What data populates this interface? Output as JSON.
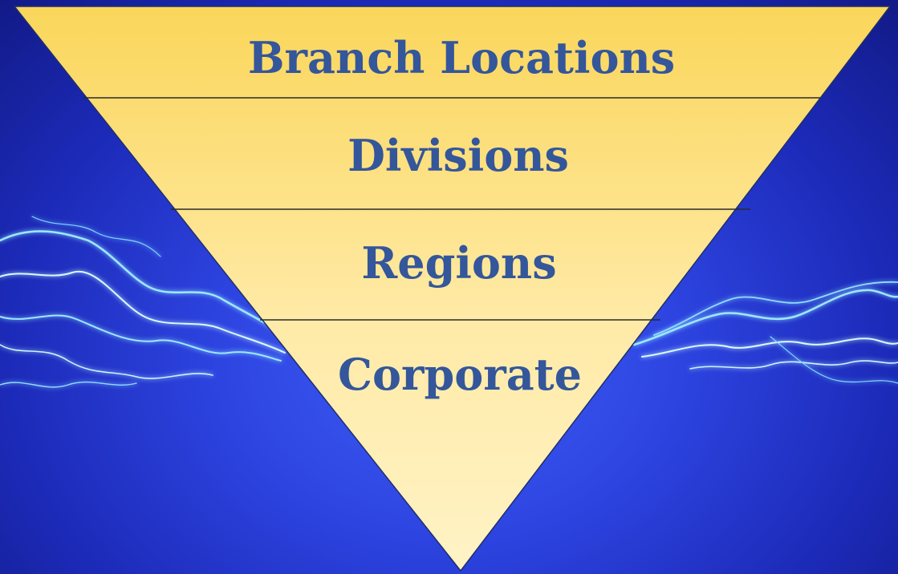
{
  "diagram": {
    "tiers": [
      {
        "label": "Branch Locations"
      },
      {
        "label": "Divisions"
      },
      {
        "label": "Regions"
      },
      {
        "label": "Corporate"
      }
    ]
  },
  "colors": {
    "background": "#2e45e2",
    "funnel_top": "#fad65a",
    "funnel_bottom": "#fff3c6",
    "label_text": "#34569a",
    "divider": "#2a2a2a",
    "lightning": "#bff4ff"
  }
}
